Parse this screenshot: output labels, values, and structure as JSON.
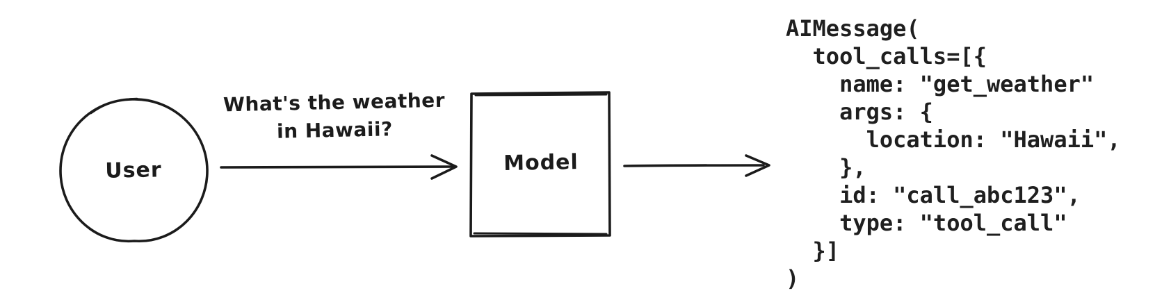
{
  "diagram": {
    "user_node": {
      "label": "User"
    },
    "model_node": {
      "label": "Model"
    },
    "user_message": {
      "line1": "What's the weather",
      "line2": "in Hawaii?"
    },
    "output_code": {
      "lines": [
        "AIMessage(",
        "  tool_calls=[{",
        "    name: \"get_weather\"",
        "    args: {",
        "      location: \"Hawaii\",",
        "    },",
        "    id: \"call_abc123\",",
        "    type: \"tool_call\"",
        "  }]",
        ")"
      ]
    },
    "colors": {
      "stroke": "#1b1b1b",
      "code_text": "#1f1f1f",
      "background": "#ffffff"
    }
  }
}
